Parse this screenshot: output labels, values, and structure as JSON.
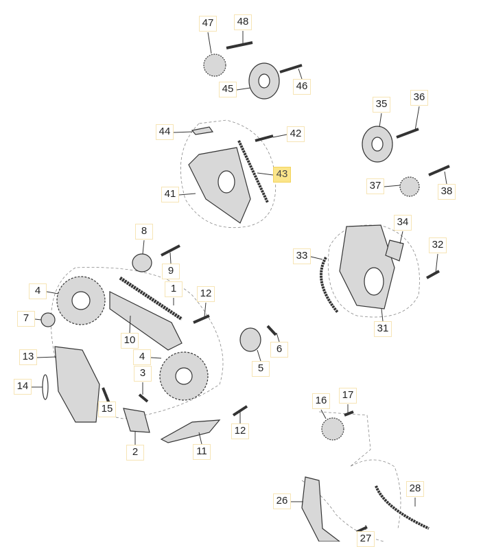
{
  "diagram": {
    "highlighted_part": "43",
    "colors": {
      "label_border": "#f6e4b4",
      "highlight_fill": "#fbe58a",
      "part_fill": "#d8d8d8",
      "outline": "#333333"
    },
    "labels": [
      "47",
      "48",
      "45",
      "46",
      "35",
      "36",
      "44",
      "42",
      "43",
      "41",
      "37",
      "38",
      "34",
      "8",
      "32",
      "33",
      "9",
      "4",
      "1",
      "12",
      "7",
      "10",
      "31",
      "6",
      "13",
      "4",
      "5",
      "14",
      "3",
      "15",
      "16",
      "17",
      "2",
      "11",
      "12",
      "28",
      "26",
      "27"
    ]
  }
}
